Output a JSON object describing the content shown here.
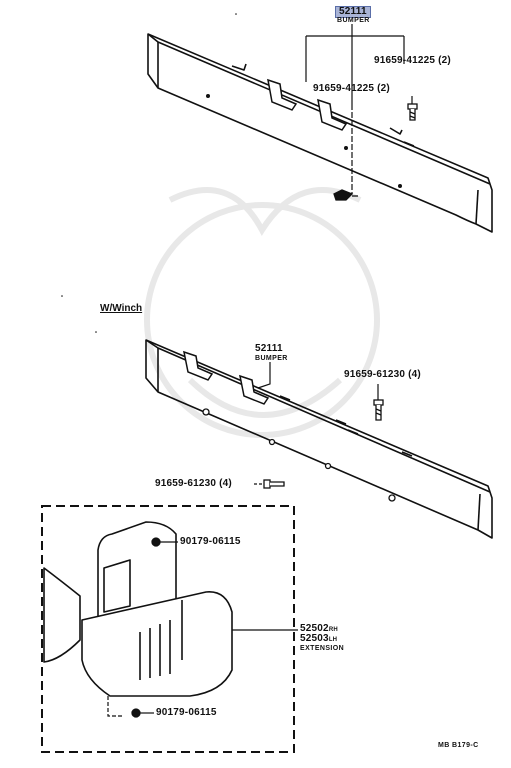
{
  "diagram": {
    "top_bumper": {
      "part_number": "52111",
      "name": "BUMPER",
      "bolt_a": "91659-41225",
      "bolt_a_qty": "(2)",
      "bolt_b": "91659-41225",
      "bolt_b_qty": "(2)"
    },
    "winch_section": {
      "title": "W/Winch",
      "part_number": "52111",
      "name": "BUMPER",
      "bolt_a": "91659-61230",
      "bolt_a_qty": "(4)",
      "bolt_b": "91659-61230",
      "bolt_b_qty": "(4)"
    },
    "extension_box": {
      "screw_top": "90179-06115",
      "screw_bottom": "90179-06115",
      "part_rh": "52502",
      "part_rh_side": "RH",
      "part_lh": "52503",
      "part_lh_side": "LH",
      "name": "EXTENSION"
    },
    "footer_code": "MB B179-C"
  }
}
